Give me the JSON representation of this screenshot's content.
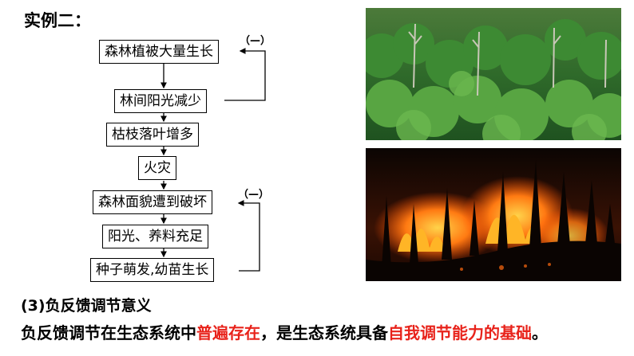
{
  "title": "实例二：",
  "flow": {
    "steps": [
      "森林植被大量生长",
      "林间阳光减少",
      "枯枝落叶增多",
      "火灾",
      "森林面貌遭到破坏",
      "阳光、养料充足",
      "种子萌发,幼苗生长"
    ],
    "loop_sign_top": "（—）",
    "loop_sign_bottom": "（—）"
  },
  "images": {
    "forest_icon": "forest-photo",
    "fire_icon": "forest-fire-photo"
  },
  "section": {
    "heading": "(3)负反馈调节意义",
    "text_1": "负反馈调节在生态系统中",
    "highlight_1": "普遍存在",
    "text_2": "，是生态系统具备",
    "highlight_2": "自我调节能力的基础",
    "text_3": "。"
  },
  "colors": {
    "highlight": "#e8231b"
  }
}
